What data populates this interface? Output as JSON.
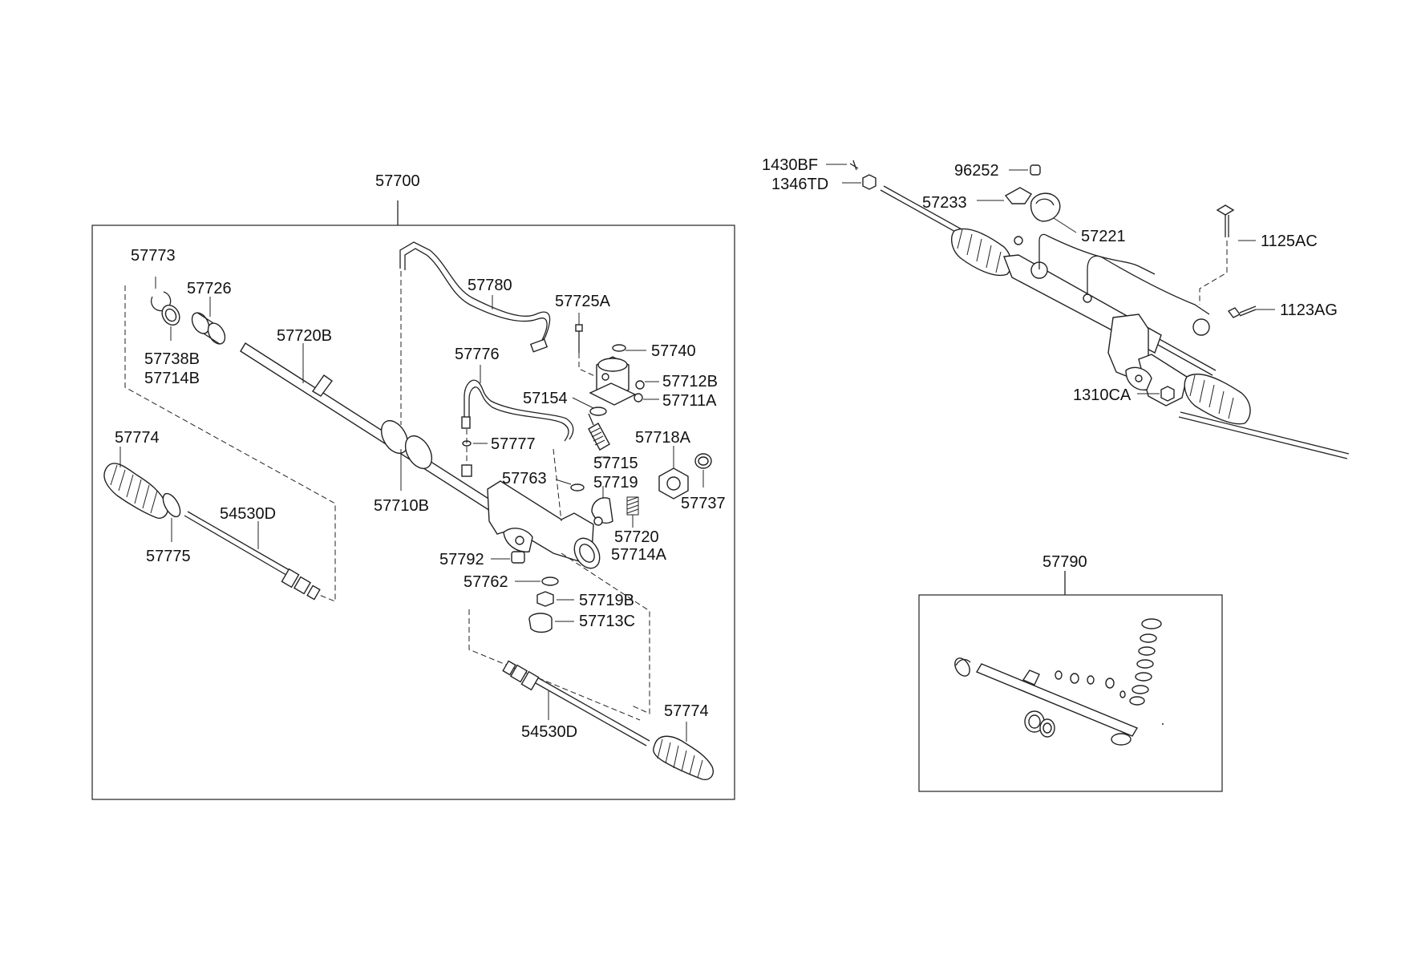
{
  "diagram": {
    "main_assembly": {
      "part_number": "57700",
      "parts": [
        "57773",
        "57726",
        "57738B",
        "57714B",
        "57720B",
        "57774",
        "57775",
        "54530D",
        "57710B",
        "57780",
        "57725A",
        "57740",
        "57712B",
        "57711A",
        "57154",
        "57776",
        "57777",
        "57718A",
        "57715",
        "57719",
        "57763",
        "57737",
        "57720",
        "57714A",
        "57792",
        "57762",
        "57719B",
        "57713C",
        "54530D",
        "57774"
      ]
    },
    "assembly_view": {
      "parts": [
        "1430BF",
        "1346TD",
        "96252",
        "57233",
        "57221",
        "1125AC",
        "1123AG",
        "1310CA"
      ]
    },
    "seal_kit": {
      "part_number": "57790"
    }
  }
}
